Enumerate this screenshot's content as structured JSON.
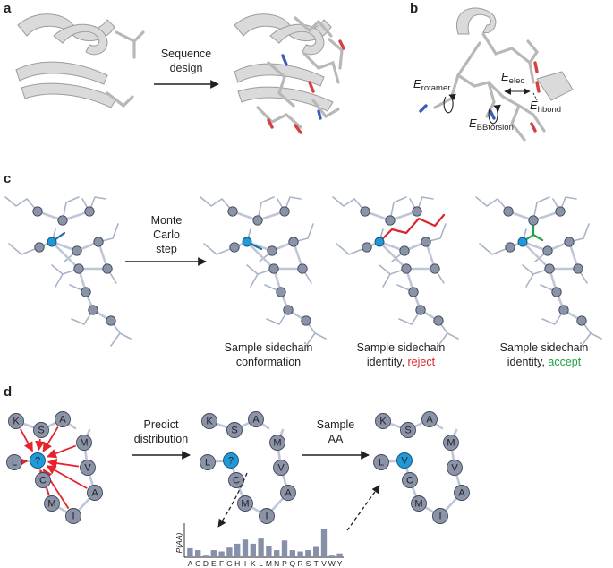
{
  "panels": {
    "a": {
      "label": "a",
      "arrow_text_line1": "Sequence",
      "arrow_text_line2": "design"
    },
    "b": {
      "label": "b",
      "terms": [
        {
          "main": "E",
          "sub": "rotamer"
        },
        {
          "main": "E",
          "sub": "elec"
        },
        {
          "main": "E",
          "sub": "hbond"
        },
        {
          "main": "E",
          "sub": "BBtorsion"
        }
      ]
    },
    "c": {
      "label": "c",
      "arrow_text_line1": "Monte",
      "arrow_text_line2": "Carlo",
      "arrow_text_line3": "step",
      "captions": [
        {
          "line1": "Sample sidechain",
          "line2": "conformation",
          "highlight": ""
        },
        {
          "line1": "Sample sidechain",
          "line2": "identity, ",
          "highlight": "reject",
          "color": "#d9262e"
        },
        {
          "line1": "Sample sidechain",
          "line2": "identity, ",
          "highlight": "accept",
          "color": "#22a14a"
        }
      ]
    },
    "d": {
      "label": "d",
      "arrow1_line1": "Predict",
      "arrow1_line2": "distribution",
      "arrow2_line1": "Sample",
      "arrow2_line2": "AA",
      "neighbors": [
        "K",
        "S",
        "A",
        "L",
        "M",
        "V",
        "C",
        "M",
        "I",
        "A"
      ],
      "center_unknown": "?",
      "center_sampled": "V"
    }
  },
  "chart_data": {
    "type": "bar",
    "ylabel": "P(AA)",
    "categories": [
      "A",
      "C",
      "D",
      "E",
      "F",
      "G",
      "H",
      "I",
      "K",
      "L",
      "M",
      "N",
      "P",
      "Q",
      "R",
      "S",
      "T",
      "V",
      "W",
      "Y"
    ],
    "values": [
      0.28,
      0.22,
      0.05,
      0.22,
      0.18,
      0.3,
      0.42,
      0.55,
      0.42,
      0.58,
      0.34,
      0.22,
      0.52,
      0.22,
      0.18,
      0.22,
      0.32,
      0.88,
      0.05,
      0.12
    ],
    "ylim": [
      0,
      1
    ],
    "color": "#8690a8"
  },
  "colors": {
    "highlight_residue": "#1f9ad6",
    "reject": "#d9262e",
    "accept": "#22a14a",
    "conformation": "#1a6fb3",
    "attention_arrows": "#e3242b"
  }
}
